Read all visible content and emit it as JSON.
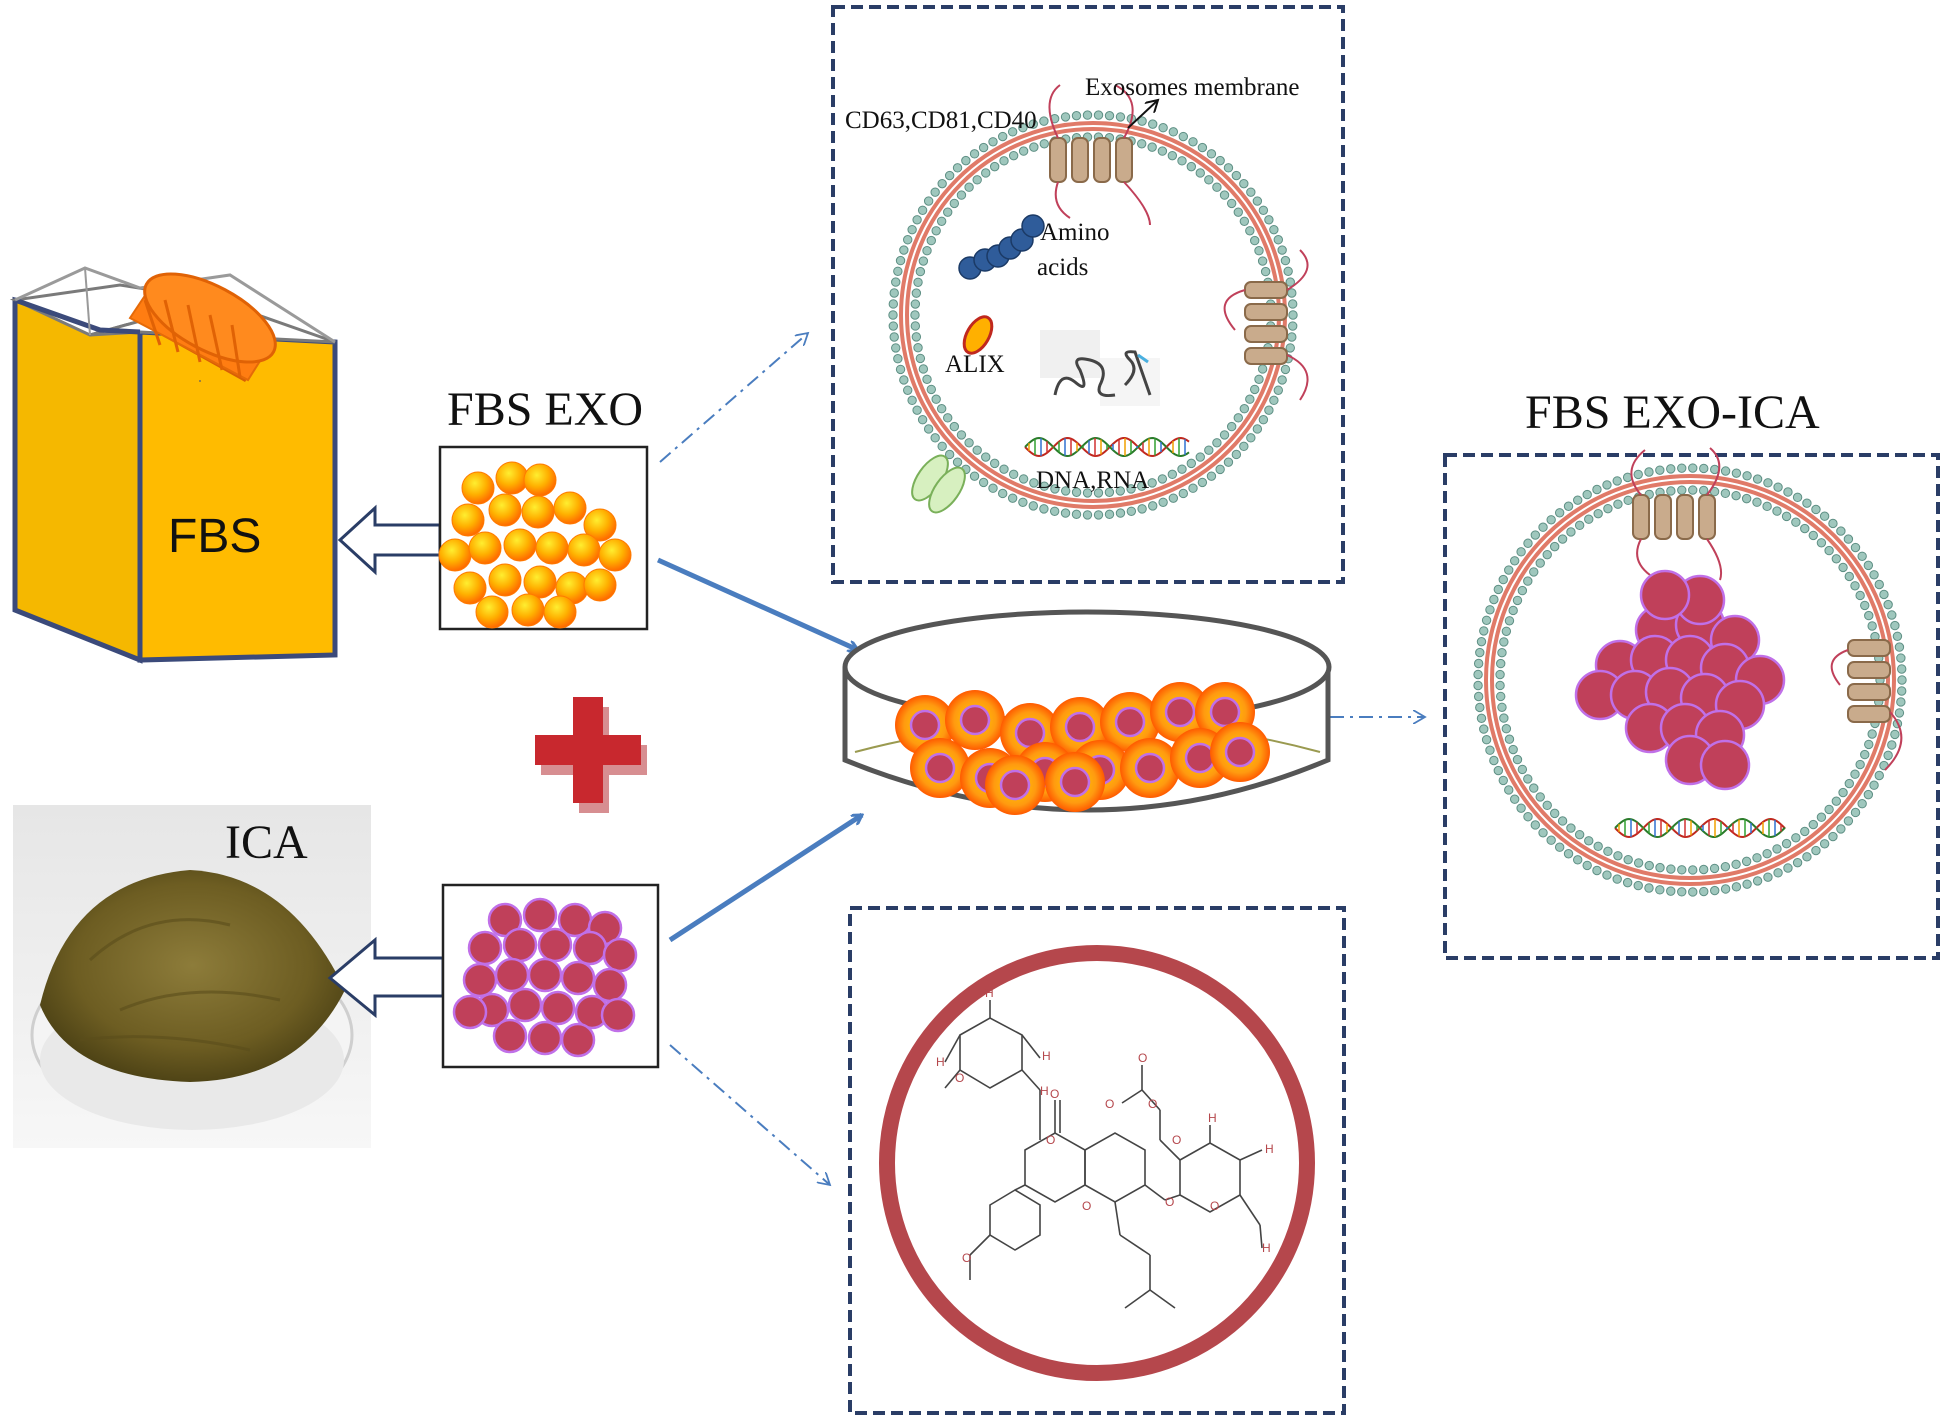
{
  "labels": {
    "fbs_exo": "FBS EXO",
    "fbs_exo_ica": "FBS EXO-ICA",
    "fbs": "FBS",
    "ica": "ICA",
    "markers": "CD63,CD81,CD40",
    "membrane": "Exosomes membrane",
    "amino_line1": "Amino",
    "amino_line2": "acids",
    "alix": "ALIX",
    "dna_rna": "DNA,RNA"
  },
  "molecule_atoms": [
    "O",
    "H",
    "H",
    "H",
    "H",
    "H",
    "H",
    "O",
    "O",
    "O",
    "O",
    "O",
    "O",
    "O",
    "O",
    "O",
    "O",
    "H"
  ],
  "colors": {
    "frame": "#2a3d66",
    "arrow": "#4a7dbf",
    "bottle": "#ffbb00",
    "cap": "#ff7a10",
    "exo_particle": "#ffb000",
    "ica_particle": "#c0405a",
    "ica_outline": "#c070e8",
    "membrane_bead": "#9fc7bd",
    "membrane_layer": "#e07a68",
    "cross": "#c0282e",
    "molecule_ring": "#b5474c"
  }
}
